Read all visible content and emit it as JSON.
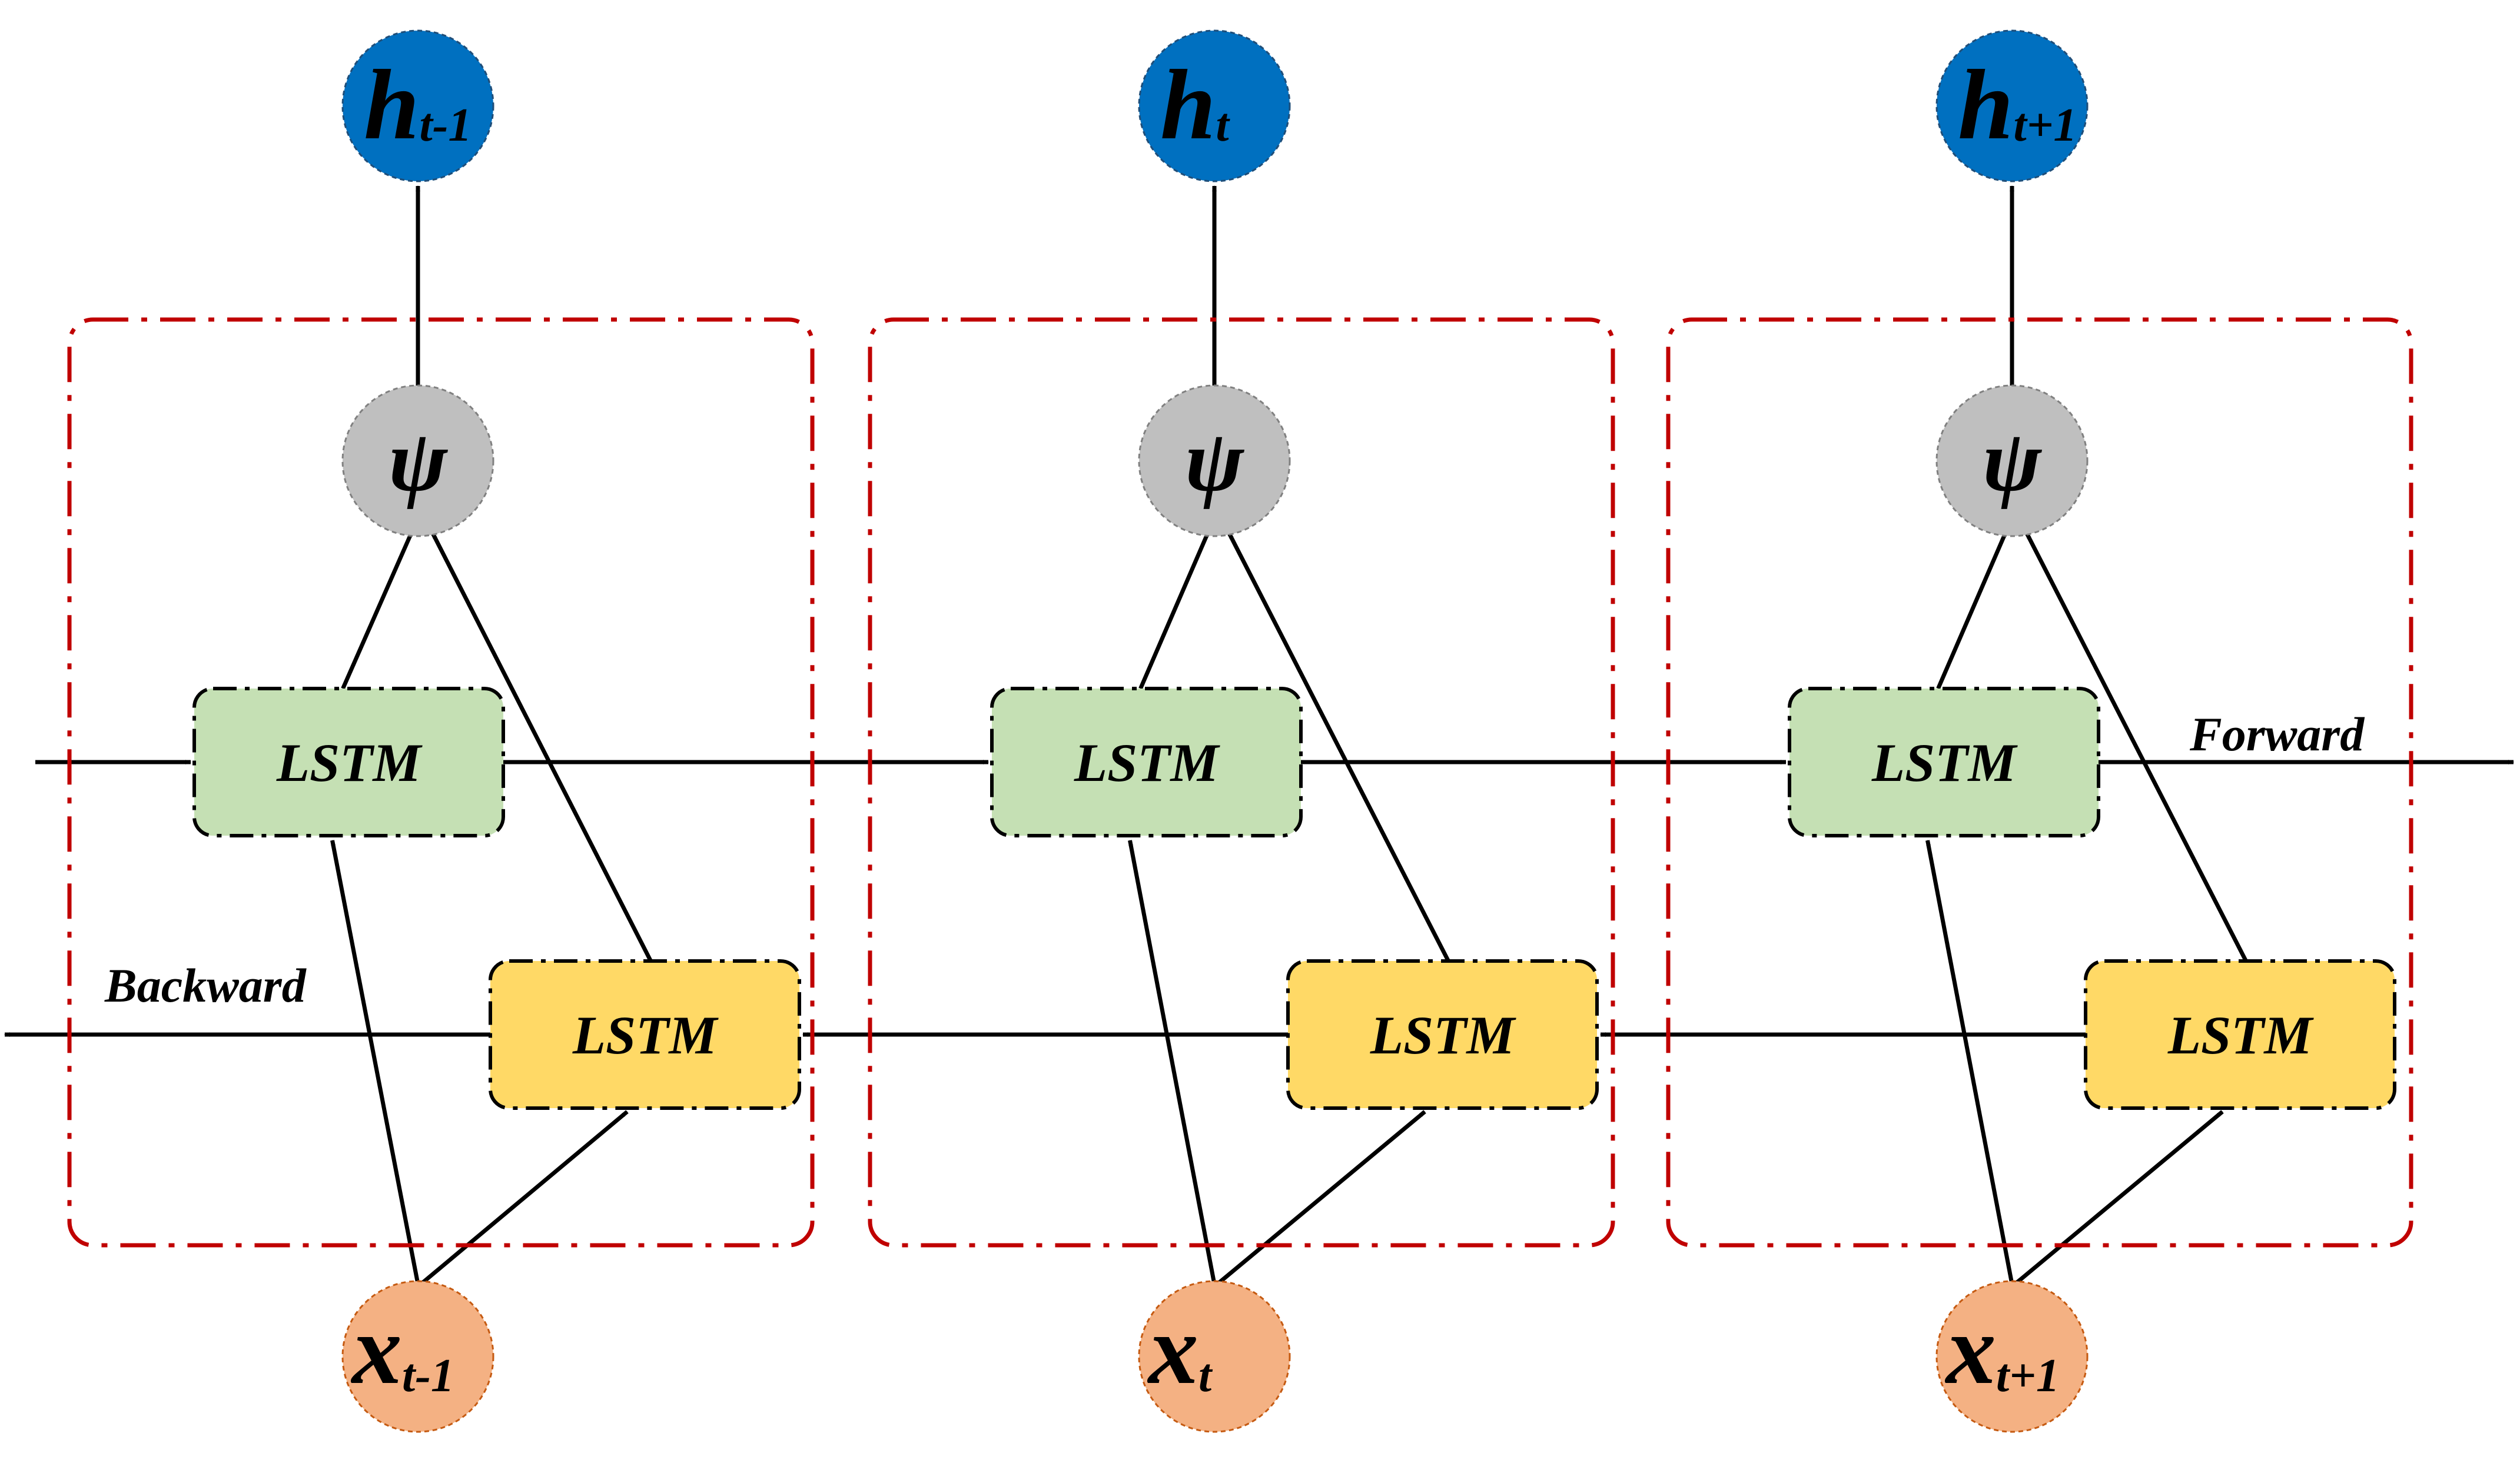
{
  "colors": {
    "frame": "#c00000",
    "forward_fill": "#c5e0b4",
    "backward_fill": "#ffd966",
    "output_fill": "#0070c0",
    "psi_fill": "#bfbfbf",
    "input_fill": "#f4b183",
    "arrow": "#000000"
  },
  "labels": {
    "forward": "Forward",
    "backward": "Backward"
  },
  "timesteps": [
    {
      "output": {
        "main": "h",
        "sub": "t-1"
      },
      "combiner": "ψ",
      "forward_cell": "LSTM",
      "backward_cell": "LSTM",
      "input": {
        "main": "x",
        "sub": "t-1"
      }
    },
    {
      "output": {
        "main": "h",
        "sub": "t"
      },
      "combiner": "ψ",
      "forward_cell": "LSTM",
      "backward_cell": "LSTM",
      "input": {
        "main": "x",
        "sub": "t"
      }
    },
    {
      "output": {
        "main": "h",
        "sub": "t+1"
      },
      "combiner": "ψ",
      "forward_cell": "LSTM",
      "backward_cell": "LSTM",
      "input": {
        "main": "x",
        "sub": "t+1"
      }
    }
  ]
}
